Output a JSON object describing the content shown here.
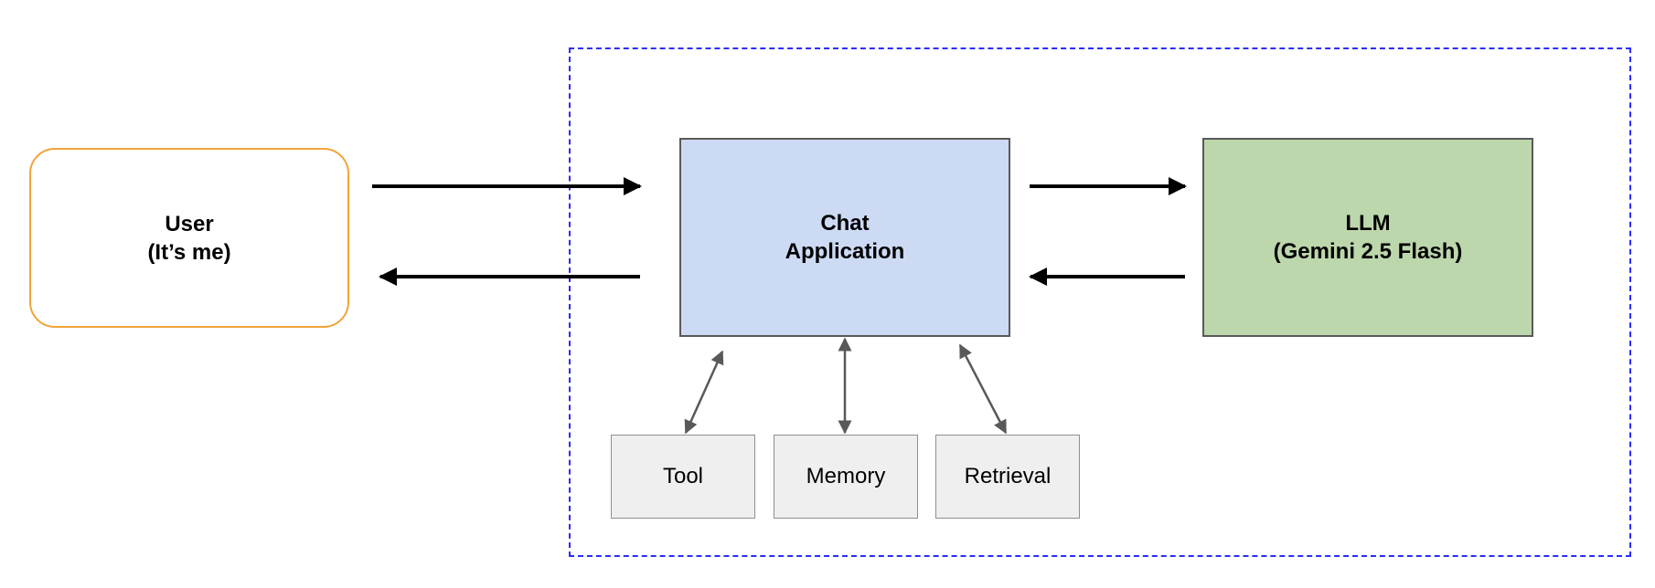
{
  "nodes": {
    "user": {
      "line1": "User",
      "line2": "(It’s me)"
    },
    "chat_app": {
      "line1": "Chat",
      "line2": "Application"
    },
    "llm": {
      "line1": "LLM",
      "line2": "(Gemini 2.5 Flash)"
    },
    "tool": {
      "label": "Tool"
    },
    "memory": {
      "label": "Memory"
    },
    "retrieval": {
      "label": "Retrieval"
    }
  },
  "colors": {
    "boundary": "#2b2bff",
    "user_border": "#f2a33a",
    "chat_app_fill": "#cddaf4",
    "llm_fill": "#bcd7ab",
    "component_fill": "#efefef",
    "arrow_main": "#000000",
    "arrow_component": "#595959"
  }
}
